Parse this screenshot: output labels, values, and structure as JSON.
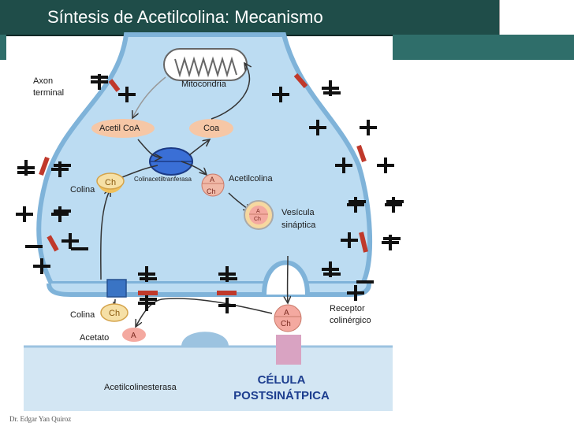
{
  "title": "Síntesis de Acetilcolina: Mecanismo",
  "labels": {
    "axon_terminal_1": "Axon",
    "axon_terminal_2": "terminal",
    "mitocondria": "Mitocondria",
    "acetil_coa": "Acetil CoA",
    "coa": "Coa",
    "colinacetiltransferasa": "Colinacetiltranferasa",
    "acetilcolina": "Acetilcolina",
    "colina_top": "Colina",
    "vesicula_1": "Vesícula",
    "vesicula_2": "sináptica",
    "colina_bottom": "Colina",
    "acetato": "Acetato",
    "receptor_1": "Receptor",
    "receptor_2": "colinérgico",
    "acetilcolinesterasa": "Acetilcolinesterasa",
    "celula_1": "CÉLULA",
    "celula_2": "POSTSINÁTPICA",
    "credit": "Dr. Edgar Yan Quiroz"
  },
  "molecules": {
    "ch": "Ch",
    "a": "A"
  },
  "colors": {
    "title_bg": "#1f4d49",
    "terminal_fill": "#bcdcf2",
    "membrane": "#7fb3d9",
    "channel_red": "#c0392b",
    "enzyme_blue": "#3a6fd6",
    "orange_bubble": "#f6c7a6",
    "pink_bubble": "#f4a9a0",
    "receptor": "#d9a3c2"
  }
}
